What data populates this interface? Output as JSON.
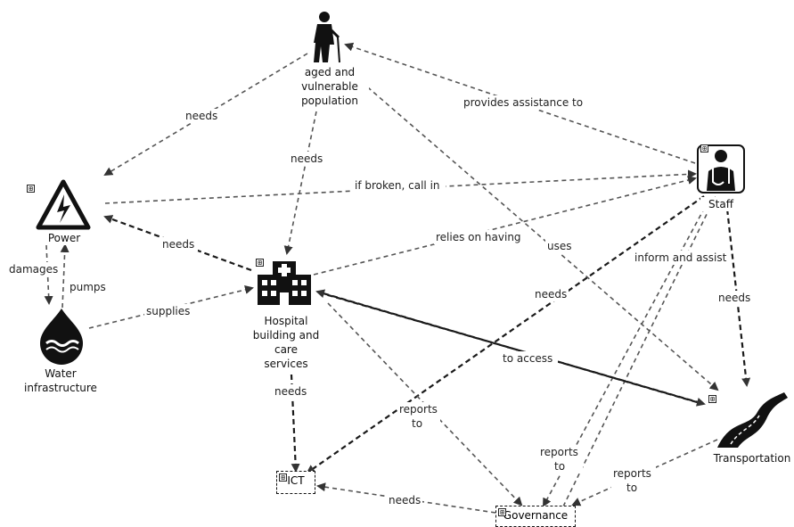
{
  "nodes": {
    "aged": {
      "label_lines": [
        "aged and",
        "vulnerable",
        "population"
      ],
      "icon": "elderly-person-icon"
    },
    "power": {
      "label": "Power",
      "icon": "high-voltage-icon"
    },
    "water": {
      "label_lines": [
        "Water",
        "infrastructure"
      ],
      "icon": "water-drop-icon"
    },
    "hospital": {
      "label_lines": [
        "Hospital",
        "building and",
        "care",
        "services"
      ],
      "icon": "hospital-icon"
    },
    "staff": {
      "label": "Staff",
      "icon": "doctor-icon"
    },
    "transport": {
      "label": "Transportation",
      "icon": "road-icon"
    },
    "ict": {
      "label": "ICT"
    },
    "governance": {
      "label": "Governance"
    }
  },
  "edges": {
    "aged_power": "needs",
    "aged_hospital": "needs",
    "staff_aged": "provides assistance to",
    "power_staff": "if broken, call in",
    "hospital_power": "needs",
    "hospital_staff": "relies on having",
    "aged_transport": "uses",
    "power_water": "damages",
    "water_power": "pumps",
    "water_hospital": "supplies",
    "staff_ict": "needs",
    "staff_governance": "inform and assist",
    "staff_transport": "needs",
    "hospital_transport": "to access",
    "hospital_ict": "needs",
    "hospital_governance_l1": "reports",
    "hospital_governance_l2": "to",
    "governance_ict": "needs",
    "governance_staff_l1": "reports",
    "governance_staff_l2": "to",
    "transport_governance_l1": "reports",
    "transport_governance_l2": "to"
  },
  "expand_marker": "⊞"
}
